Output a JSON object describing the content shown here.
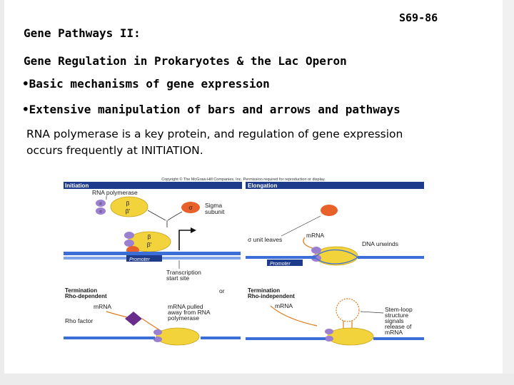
{
  "slide": {
    "number": "S69-86",
    "title_line_1": "Gene Pathways II:",
    "title_line_2": "Gene Regulation in Prokaryotes & the Lac Operon",
    "bullets": [
      "•Basic mechanisms of gene expression",
      "•Extensive manipulation of bars and arrows and pathways"
    ],
    "note_lines": [
      "RNA polymerase is a key protein, and  regulation of gene expression",
      "occurs frequently at INITIATION."
    ]
  },
  "figure": {
    "copyright": "Copyright © The McGraw-Hill Companies, Inc. Permission required for reproduction or display.",
    "panels": {
      "initiation": {
        "heading": "Initiation",
        "rna_polymerase": "RNA polymerase",
        "sigma_subunit_1": "Sigma",
        "sigma_subunit_2": "subunit",
        "promoter": "Promoter",
        "transcription_1": "Transcription",
        "transcription_2": "start site",
        "beta": "β",
        "beta_prime": "β'",
        "alpha": "α",
        "sigma": "σ"
      },
      "elongation": {
        "heading": "Elongation",
        "sigma_leaves": "σ unit leaves",
        "mrna": "mRNA",
        "dna_unwinds": "DNA unwinds",
        "promoter": "Promoter"
      },
      "termination_rho_dep": {
        "heading_1": "Termination",
        "heading_2": "Rho-dependent",
        "or": "or",
        "mrna": "mRNA",
        "mrna_pulled_1": "mRNA pulled",
        "mrna_pulled_2": "away from RNA",
        "mrna_pulled_3": "polymerase",
        "rho_factor": "Rho factor"
      },
      "termination_rho_indep": {
        "heading_1": "Termination",
        "heading_2": "Rho-independent",
        "mrna": "mRNA",
        "stem_loop_1": "Stem-loop",
        "stem_loop_2": "structure",
        "stem_loop_3": "signals",
        "stem_loop_4": "release of",
        "stem_loop_5": "mRNA"
      }
    }
  },
  "colors": {
    "slide_border": "#ececec",
    "header_bar": "#1e3a8a",
    "dna_blue": "#3c6ed8",
    "polymerase_yellow": "#f2d33b",
    "subunit_purple": "#9b7fd1",
    "sigma_orange": "#e8602a",
    "rho_purple": "#6a2c8a"
  }
}
